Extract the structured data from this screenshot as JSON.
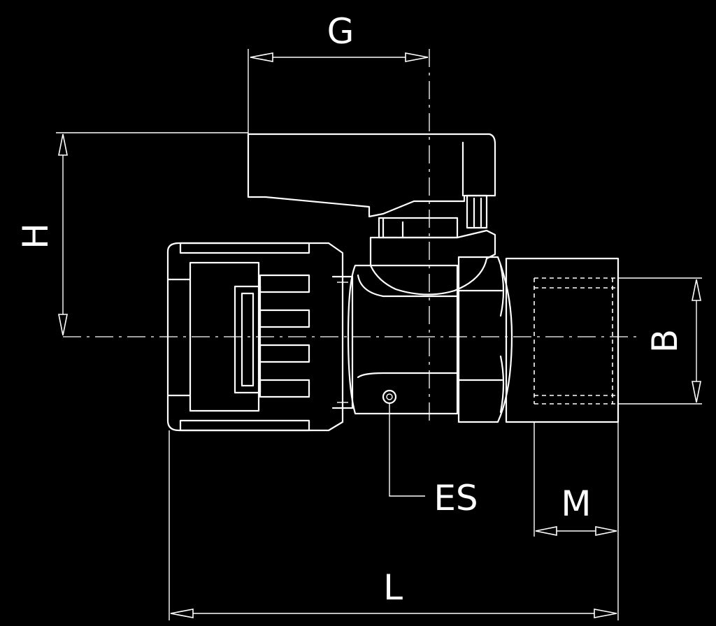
{
  "drawing": {
    "background": "#000000",
    "line_color": "#ffffff",
    "dimension_labels": {
      "g": "G",
      "h": "H",
      "b": "B",
      "es": "ES",
      "m": "M",
      "l": "L"
    }
  }
}
